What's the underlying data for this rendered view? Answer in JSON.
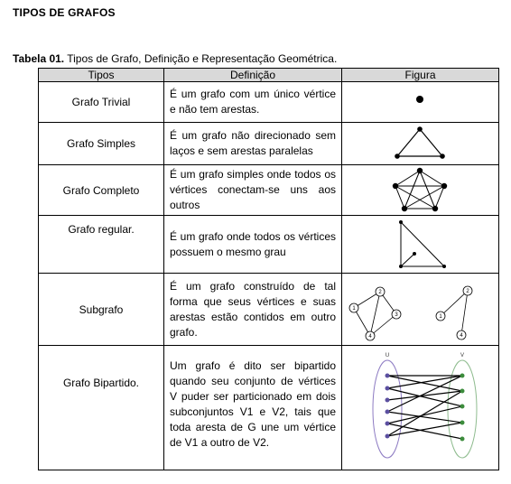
{
  "heading": "TIPOS DE GRAFOS",
  "caption": {
    "label": "Tabela 01.",
    "text": " Tipos de Grafo, Definição e Representação Geométrica."
  },
  "columns": [
    "Tipos",
    "Definição",
    "Figura"
  ],
  "rows": [
    {
      "tipo": "Grafo Trivial",
      "definicao": "É um grafo com um único vértice e não tem arestas."
    },
    {
      "tipo": "Grafo Simples",
      "definicao": "É um grafo não direcionado sem laços e sem arestas paralelas"
    },
    {
      "tipo": "Grafo Completo",
      "definicao": "É um grafo simples onde todos os vértices conectam-se uns aos outros"
    },
    {
      "tipo": "Grafo regular.",
      "definicao": "É um grafo onde todos os vértices possuem o mesmo grau"
    },
    {
      "tipo": "Subgrafo",
      "definicao": "É um grafo construído de tal forma que seus vértices e suas arestas estão contidos em outro grafo."
    },
    {
      "tipo": "Grafo Bipartido.",
      "definicao": "Um grafo é dito ser bipartido quando seu conjunto de vértices V puder ser particionado em dois subconjuntos V1 e V2, tais que toda aresta de G une um vértice de V1 a outro de V2."
    }
  ],
  "figure_labels": {
    "subgrafo_left": [
      "1",
      "2",
      "3",
      "4"
    ],
    "subgrafo_right": [
      "1",
      "2",
      "4"
    ],
    "bipartido": [
      "U",
      "V"
    ]
  }
}
